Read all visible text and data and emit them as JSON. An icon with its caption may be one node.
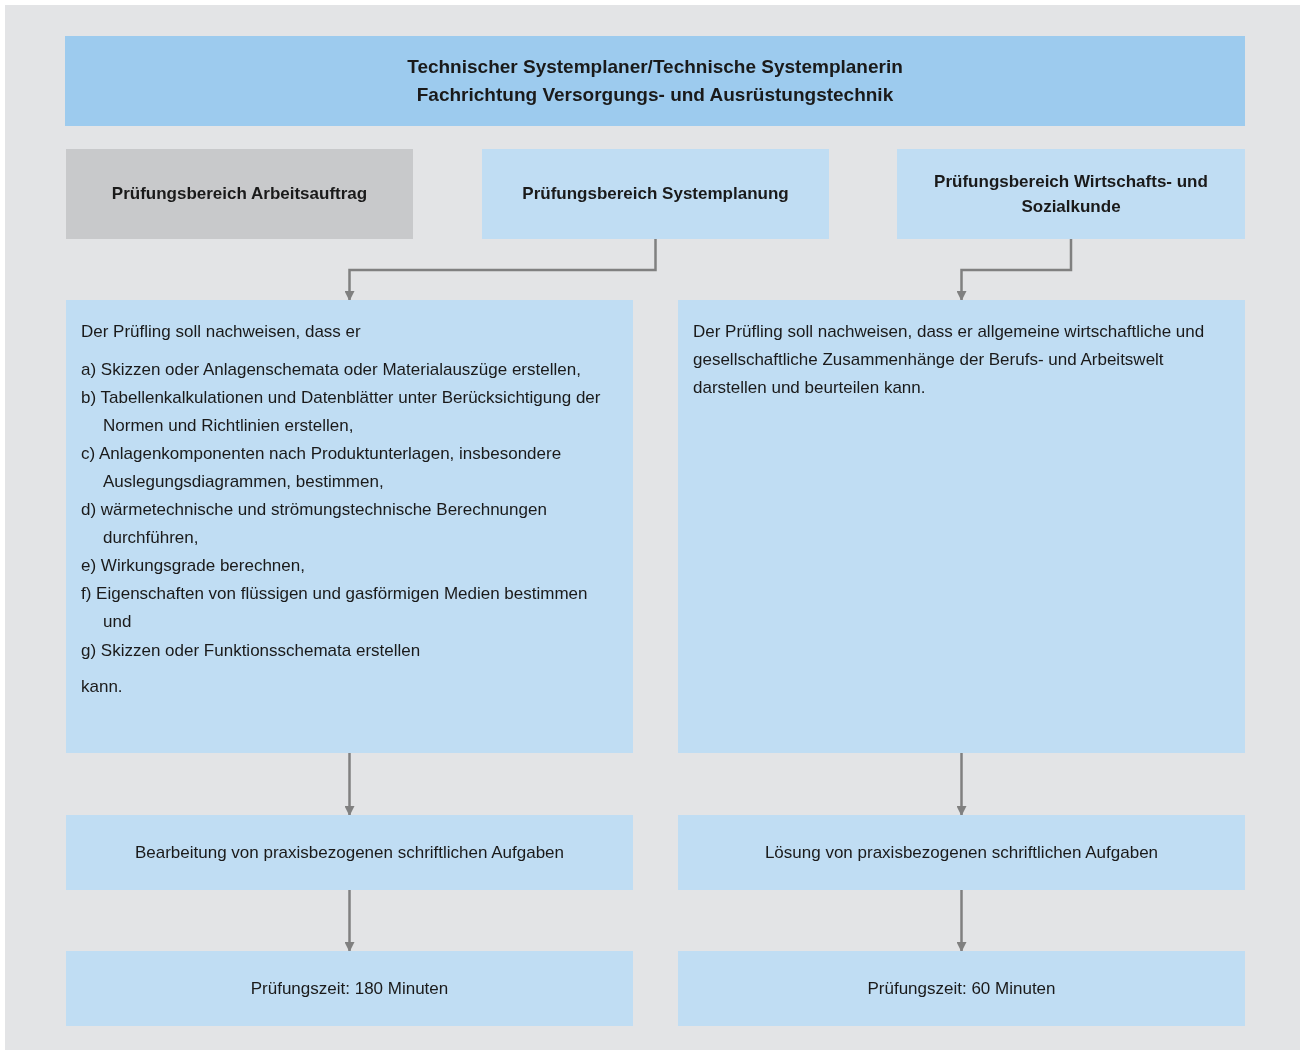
{
  "diagram": {
    "nodes": [
      {
        "text": [
          "Technischer Systemplaner/Technische Systemplanerin",
          "Fachrichtung Versorgungs- und Ausrüstungstechnik"
        ]
      },
      {
        "text": [
          "Prüfungsbereich Arbeitsauftrag"
        ]
      },
      {
        "text": [
          "Prüfungsbereich Systemplanung"
        ]
      },
      {
        "text": [
          "Prüfungsbereich Wirtschafts- und Sozialkunde"
        ]
      },
      {
        "text": [
          "Der Prüfling soll nachweisen, dass er",
          "a) Skizzen oder Anlagenschemata oder Materialauszüge erstellen,",
          "b) Tabellenkalkulationen und Datenblätter unter Berücksichtigung der Normen und Richtlinien erstellen,",
          "c) Anlagenkomponenten nach Produktunterlagen, insbesondere Auslegungsdiagrammen, bestimmen,",
          "d) wärmetechnische und strömungstechnische Berechnungen durchführen,",
          "e) Wirkungsgrade berechnen,",
          "f) Eigenschaften von flüssigen und gasförmigen Medien bestimmen und",
          "g) Skizzen oder Funktionsschemata erstellen",
          "kann."
        ]
      },
      {
        "text": [
          "Der Prüfling soll nachweisen, dass er allgemeine wirtschaftliche und gesellschaftliche Zusammenhänge der Berufs- und Arbeitswelt darstellen und beurteilen kann."
        ]
      },
      {
        "text": [
          "Bearbeitung von praxisbezogenen schriftlichen Aufgaben"
        ]
      },
      {
        "text": [
          "Lösung von praxisbezogenen schriftlichen Aufgaben"
        ]
      },
      {
        "text": [
          "Prüfungszeit: 180 Minuten"
        ]
      },
      {
        "text": [
          "Prüfungszeit: 60 Minuten"
        ]
      }
    ],
    "edges": [
      {
        "from": 2,
        "to": 4,
        "arrow": "to"
      },
      {
        "from": 3,
        "to": 5,
        "arrow": "to"
      },
      {
        "from": 4,
        "to": 6,
        "arrow": "to"
      },
      {
        "from": 6,
        "to": 8,
        "arrow": "to"
      },
      {
        "from": 5,
        "to": 7,
        "arrow": "to"
      },
      {
        "from": 7,
        "to": 9,
        "arrow": "to"
      }
    ]
  }
}
